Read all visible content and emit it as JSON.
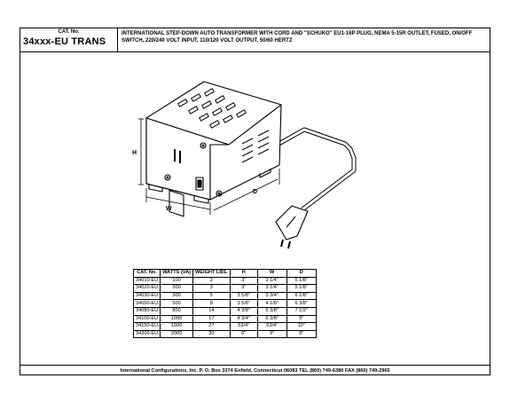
{
  "header": {
    "cat_label": "CAT. No.",
    "cat_value": "34xxx-EU TRANS",
    "description": "INTERNATIONAL STEP-DOWN AUTO TRANSFORMER WITH CORD AND \"SCHUKO\" EU1-16P PLUG, NEMA 5-15R OUTLET, FUSED, ON/OFF SWITCH, 220/240 VOLT INPUT, 110/120 VOLT OUTPUT, 50/60 HERTZ"
  },
  "drawing": {
    "dim_h": "H",
    "dim_w": "W",
    "dim_d": "D"
  },
  "table": {
    "headers": [
      "CAT. No.",
      "WATTS (VA)",
      "WEIGHT LBS.",
      "H",
      "W",
      "D"
    ],
    "rows": [
      [
        "34010-EU",
        "100",
        "2",
        "3\"",
        "3 1/4\"",
        "5 1/8\""
      ],
      [
        "34020-EU",
        "200",
        "3",
        "3\"",
        "3 1/4\"",
        "5 1/8\""
      ],
      [
        "34030-EU",
        "300",
        "5",
        "3 5/8\"",
        "3 3/4\"",
        "6 1/8\""
      ],
      [
        "34050-EU",
        "500",
        "8",
        "3 5/8\"",
        "4 1/8\"",
        "6 3/8\""
      ],
      [
        "34080-EU",
        "800",
        "14",
        "4 3/8\"",
        "5 3/8\"",
        "7 1/2\""
      ],
      [
        "34100-EU",
        "1000",
        "17",
        "4 3/4\"",
        "6 3/8\"",
        "9\""
      ],
      [
        "34150-EU",
        "1500",
        "27",
        "53/4\"",
        "63/4\"",
        "10\""
      ],
      [
        "34200-EU",
        "2000",
        "30",
        "6\"",
        "9\"",
        "8\""
      ]
    ]
  },
  "footer": {
    "text": "International Configurations, Inc.  P. O. Box 3374  Enfield, Connecticut 06083 TEL (860) 749-6380  FAX (860) 749-2965"
  }
}
